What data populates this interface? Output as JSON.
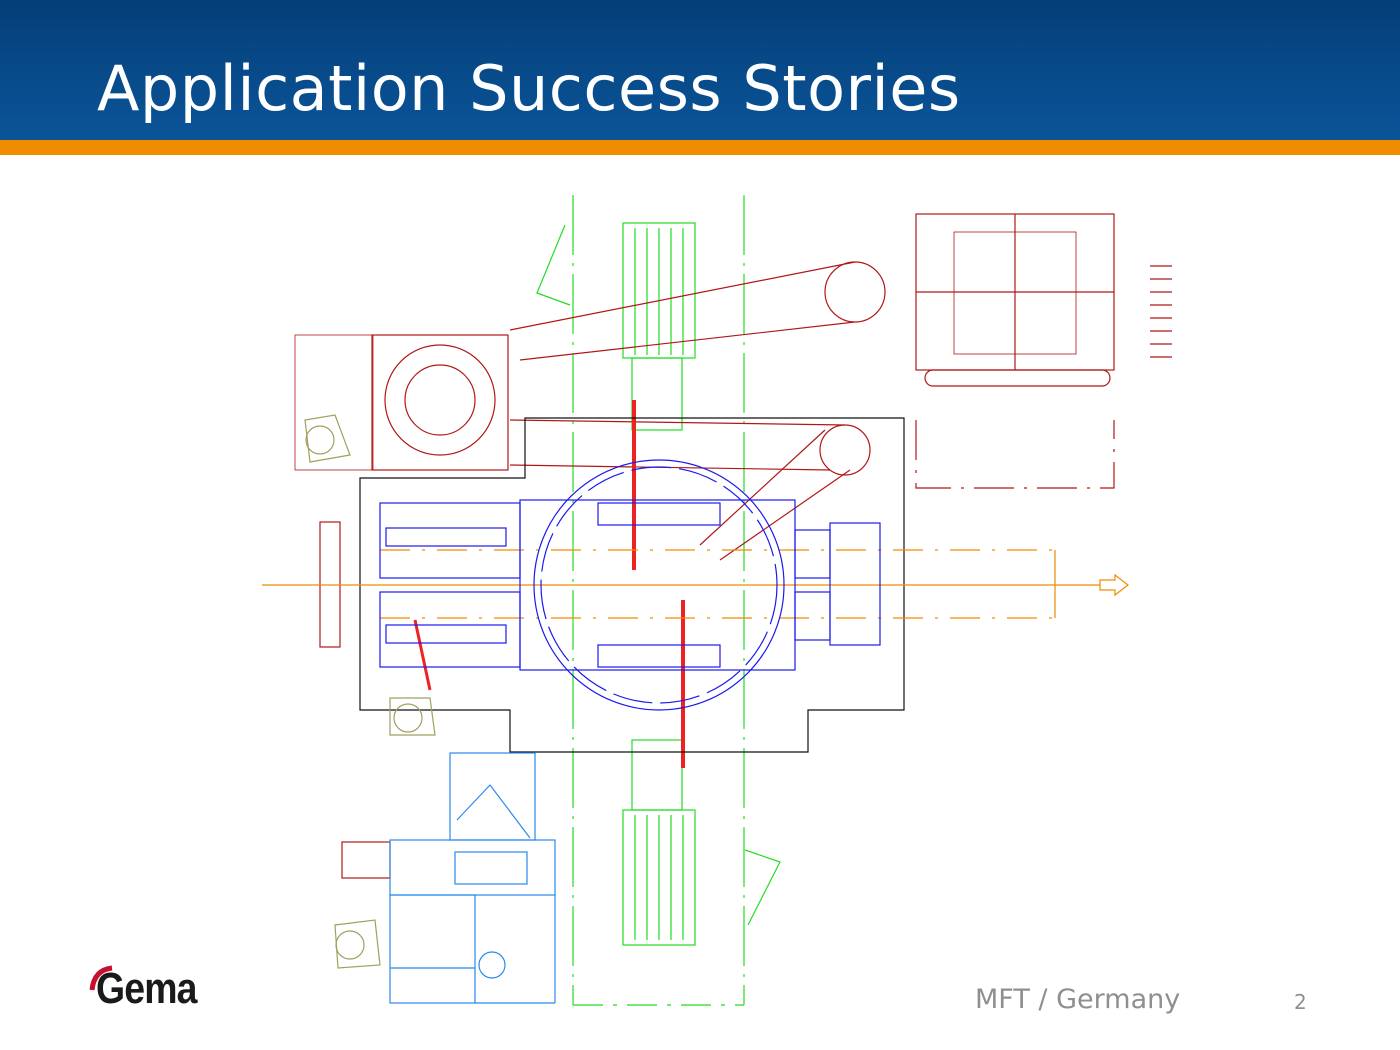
{
  "slide": {
    "title": "Application Success Stories",
    "footer": "MFT / Germany",
    "page_number": "2",
    "logo": "Gema"
  },
  "colors": {
    "header": "#0a5599",
    "stripe": "#f08c00",
    "cad_red": "#b01818",
    "cad_blue": "#1a1aee",
    "cad_green": "#22dd22",
    "cad_lightblue": "#2a8aee",
    "cad_orange": "#f08c00"
  }
}
